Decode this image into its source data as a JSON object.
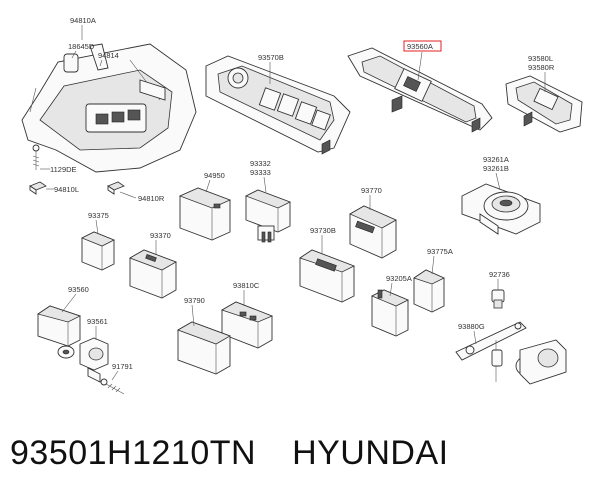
{
  "parts": {
    "p94810A": "94810A",
    "p18645D": "18645D",
    "p94814": "94814",
    "p1129DE": "1129DE",
    "p94810L": "94810L",
    "p94810R": "94810R",
    "p93570B": "93570B",
    "p93560A": "93560A",
    "p93580L": "93580L",
    "p93580R": "93580R",
    "p94950": "94950",
    "p93332": "93332",
    "p93333": "93333",
    "p93770": "93770",
    "p93261A": "93261A",
    "p93261B": "93261B",
    "p93375": "93375",
    "p93370": "93370",
    "p93730B": "93730B",
    "p93775A": "93775A",
    "p92736": "92736",
    "p93205A": "93205A",
    "p93560": "93560",
    "p93561": "93561",
    "p93810C": "93810C",
    "p93790": "93790",
    "p93880G": "93880G",
    "p91791": "91791"
  },
  "highlight_color": "#e02020",
  "caption": {
    "part_number": "93501H1210TN",
    "brand": "HYUNDAI"
  }
}
